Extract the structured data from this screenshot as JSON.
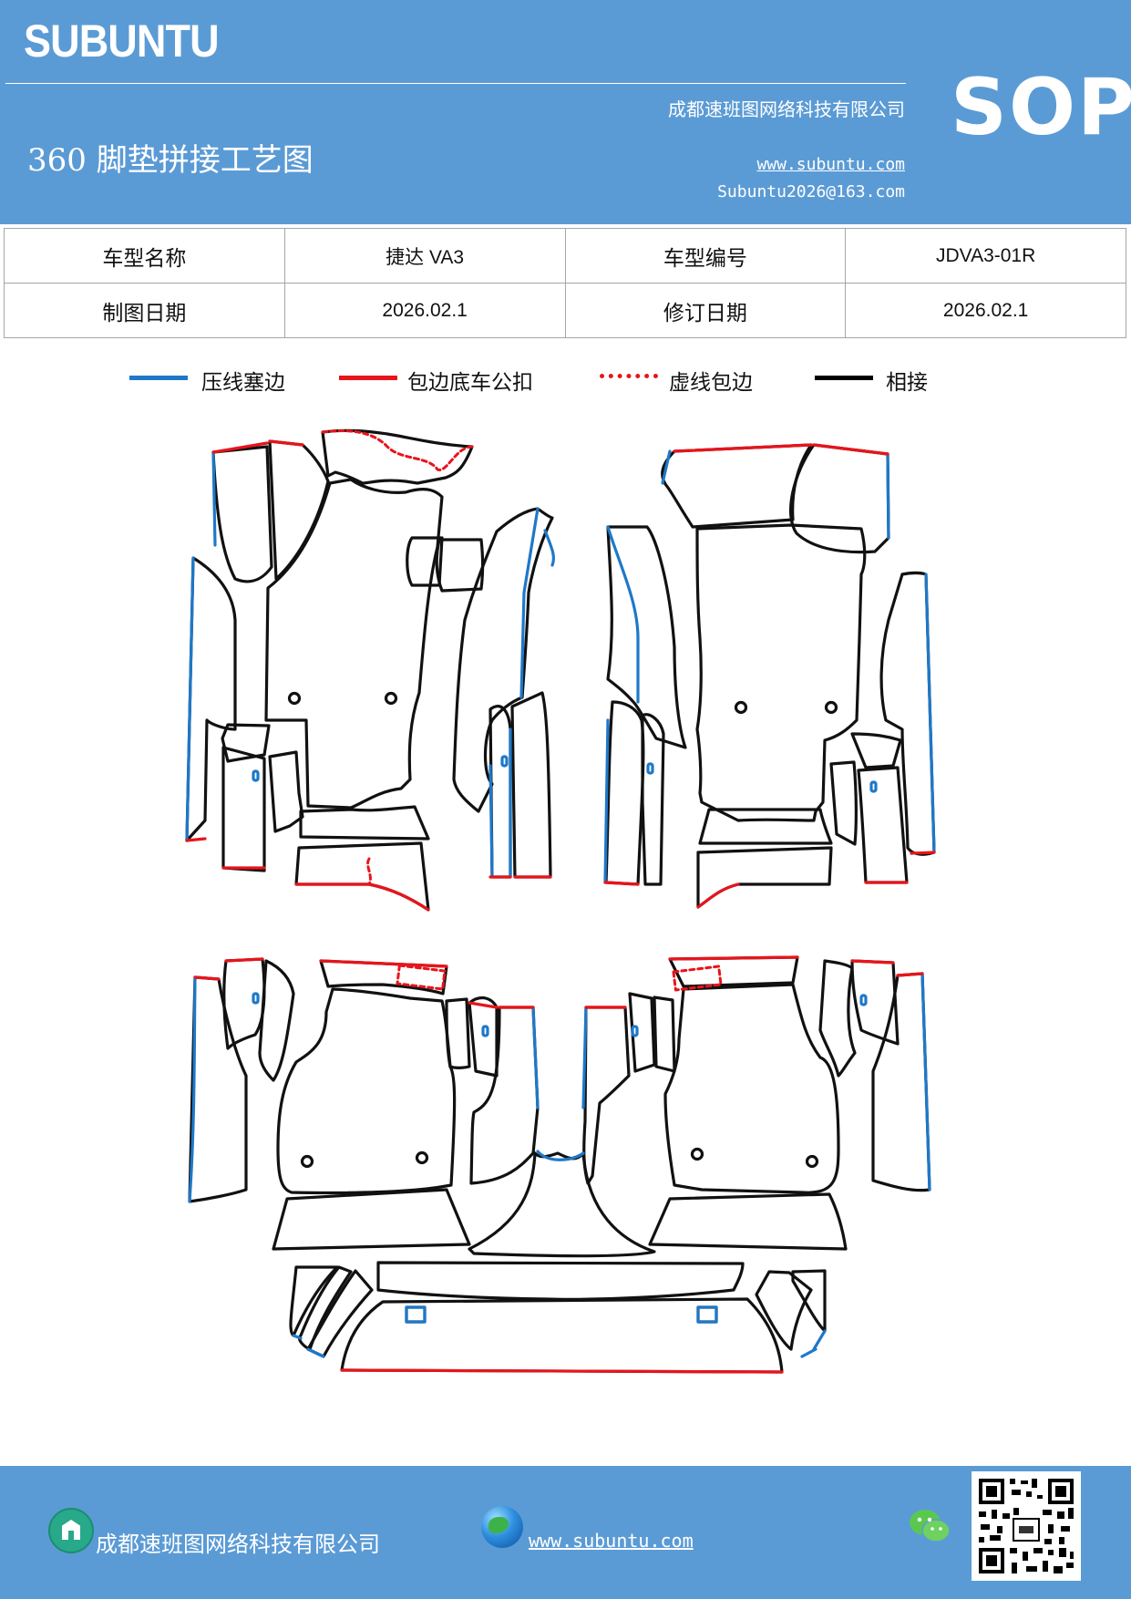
{
  "header": {
    "brand": "SUBUNTU",
    "company": "成都速班图网络科技有限公司",
    "title": "360 脚垫拼接工艺图",
    "url": "www.subuntu.com",
    "email": "Subuntu2026@163.com",
    "sop": "SOP"
  },
  "info_table": {
    "rows": [
      {
        "label1": "车型名称",
        "value1": "捷达 VA3",
        "label2": "车型编号",
        "value2": "JDVA3-01R"
      },
      {
        "label1": "制图日期",
        "value1": "2026.02.1",
        "label2": "修订日期",
        "value2": "2026.02.1"
      }
    ]
  },
  "legend": [
    {
      "label": "压线塞边",
      "color": "#1f78c8",
      "style": "solid"
    },
    {
      "label": "包边底车公扣",
      "color": "#e8141b",
      "style": "solid"
    },
    {
      "label": "虚线包边",
      "color": "#e8141b",
      "style": "dotted"
    },
    {
      "label": "相接",
      "color": "#000000",
      "style": "solid"
    }
  ],
  "colors": {
    "header_bg": "#5b9bd5",
    "blue_edge": "#1f78c8",
    "red_edge": "#e8141b",
    "black_edge": "#111111"
  },
  "footer": {
    "company": "成都速班图网络科技有限公司",
    "url": "www.subuntu.com",
    "icons": [
      "building-icon",
      "globe-icon",
      "wechat-icon",
      "qr-code"
    ]
  }
}
